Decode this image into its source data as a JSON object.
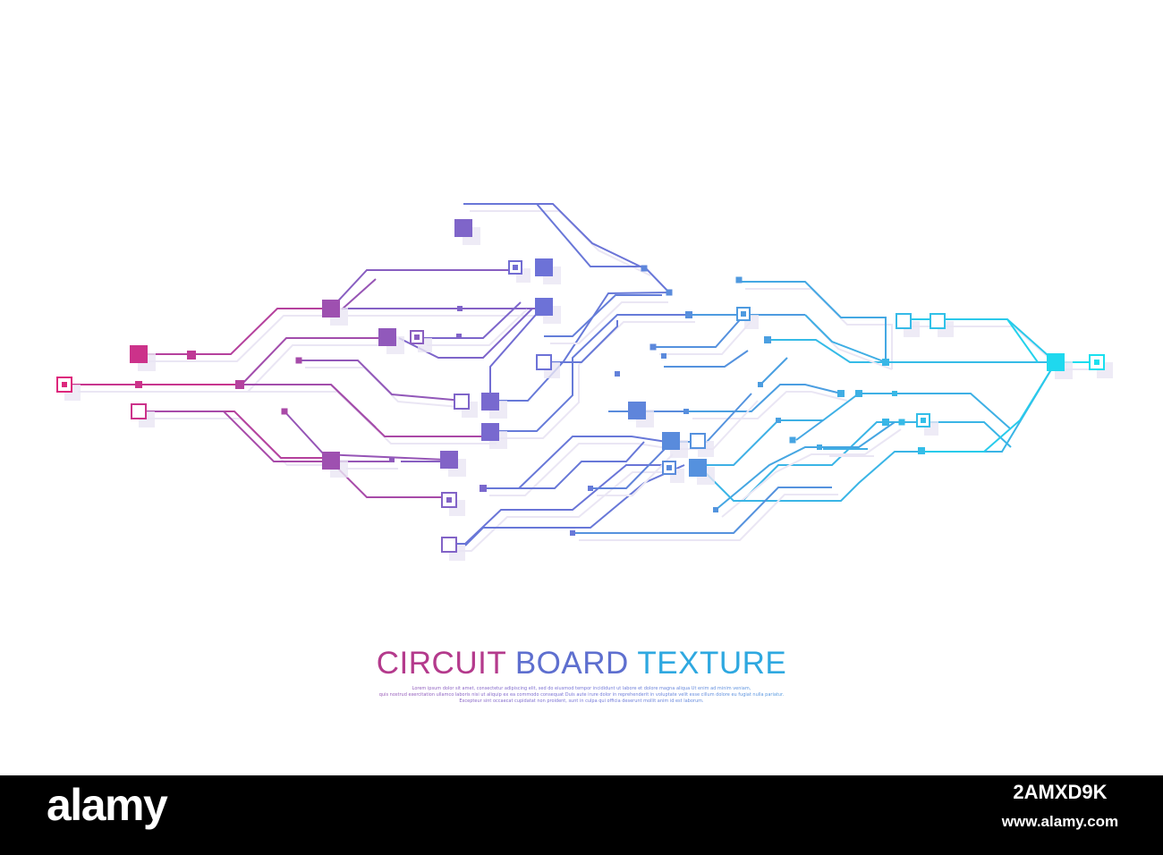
{
  "artwork": {
    "title_words": [
      {
        "text": "CIRCUIT",
        "color": "#b43a8c"
      },
      {
        "text": "BOARD",
        "color": "#5e6fcf"
      },
      {
        "text": "TEXTURE",
        "color": "#2ea8e0"
      }
    ],
    "body_lines": [
      "Lorem ipsum dolor sit amet, consectetur adipiscing elit, sed do eiusmod tempor incididunt ut labore et dolore magna aliqua Ut enim ad minim veniam,",
      "quis nostrud exercitation ullamco laboris nisi ut aliquip ex ea commodo consequat Duis aute irure dolor in reprehenderit in voluptate velit esse cillum dolore eu fugiat nulla pariatur.",
      "Excepteur sint occaecat cupidatat non proident, sunt in culpa qui officia deserunt mollit anim id est laborum."
    ],
    "gradient": {
      "start": "#e0257a",
      "mid": "#6f6fd6",
      "end": "#17e3f0"
    },
    "ghost_color": "#eae6f4"
  },
  "watermark": {
    "logo": "alamy",
    "image_id": "2AMXD9K",
    "url": "www.alamy.com"
  }
}
